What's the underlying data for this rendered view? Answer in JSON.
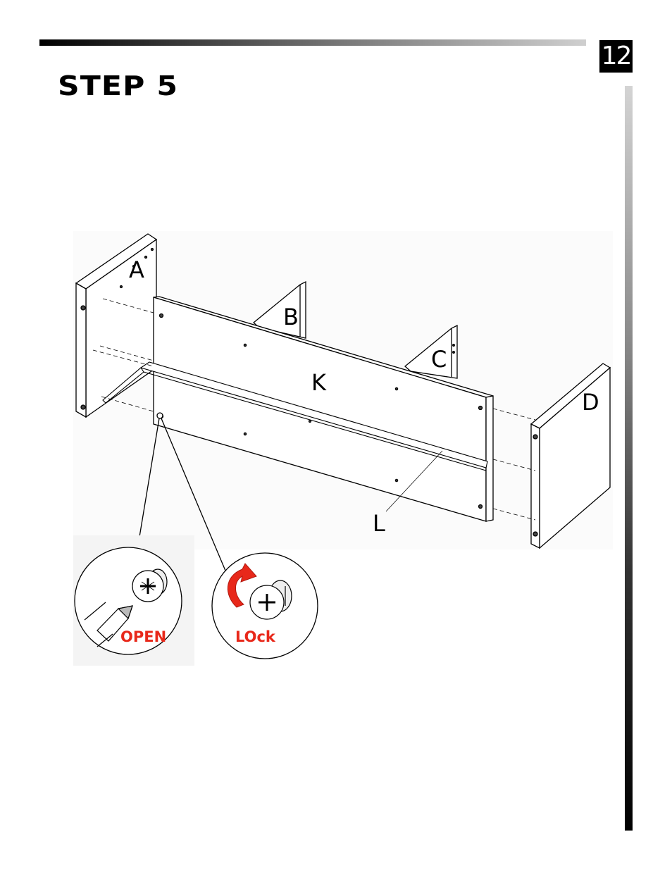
{
  "page": {
    "number": "12",
    "title": "STEP 5"
  },
  "diagram": {
    "part_labels": {
      "a": "A",
      "b": "B",
      "c": "C",
      "d": "D",
      "k": "K",
      "l": "L"
    },
    "detail_labels": {
      "open": "OPEN",
      "lock": "LOck"
    },
    "colors": {
      "accent_red": "#e8281a",
      "line": "#000000"
    }
  }
}
